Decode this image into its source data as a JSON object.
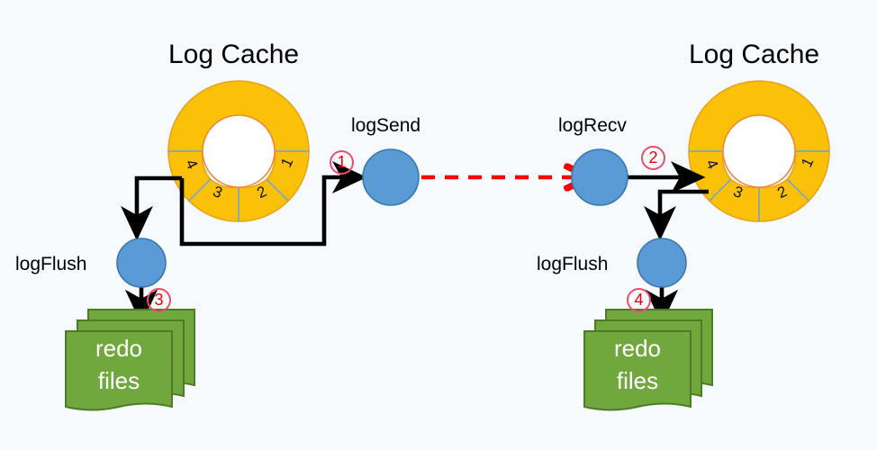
{
  "diagram": {
    "title_text": "Log Cache",
    "background_color": "#f7fafd",
    "palette": {
      "cache_fill": "#fbc108",
      "cache_stroke": "#e8a317",
      "cache_divider": "#6fa8dc",
      "node_fill": "#5b9bd5",
      "node_stroke": "#3a77b0",
      "file_fill": "#70a83d",
      "file_stroke": "#4f7a27",
      "connector": "#000000",
      "network_arrow": "#ff0000",
      "badge_ring": "#ef4b6e",
      "badge_text": "#ef0000"
    },
    "left": {
      "cache_title": "Log Cache",
      "cache_segments": [
        "1",
        "2",
        "3",
        "4"
      ],
      "send_label": "logSend",
      "flush_label": "logFlush",
      "files_line1": "redo",
      "files_line2": "files",
      "badge_send": "1",
      "badge_flush": "3"
    },
    "right": {
      "cache_title": "Log Cache",
      "cache_segments": [
        "1",
        "2",
        "3",
        "4"
      ],
      "recv_label": "logRecv",
      "flush_label": "logFlush",
      "files_line1": "redo",
      "files_line2": "files",
      "badge_recv": "2",
      "badge_flush": "4"
    }
  }
}
